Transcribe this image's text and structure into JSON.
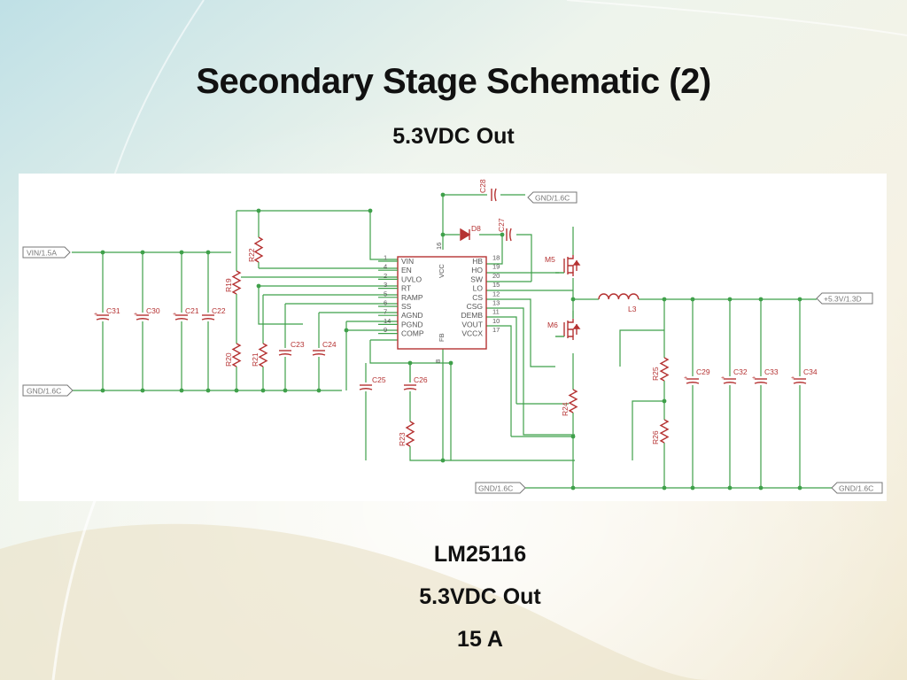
{
  "slide": {
    "title": "Secondary Stage Schematic (2)",
    "subtitle": "5.3VDC Out",
    "caption": [
      "LM25116",
      "5.3VDC Out",
      "15 A"
    ]
  },
  "colors": {
    "wire": "#3fa04a",
    "component": "#b53232",
    "ic_text": "#555555",
    "net_label": "#777777"
  },
  "schematic": {
    "net_labels": {
      "vin": "VIN/1.5A",
      "gnd_left": "GND/1.6C",
      "gnd_top": "GND/1.6C",
      "gnd_bottom": "GND/1.6C",
      "gnd_right": "GND/1.6C",
      "vout": "+5.3V/1.3D"
    },
    "ic": {
      "vcc": "VCC",
      "fb": "FB",
      "top_pin": "16",
      "bottom_pin": "8",
      "left_pins": [
        {
          "num": "1",
          "name": "VIN"
        },
        {
          "num": "4",
          "name": "EN"
        },
        {
          "num": "2",
          "name": "UVLO"
        },
        {
          "num": "3",
          "name": "RT"
        },
        {
          "num": "5",
          "name": "RAMP"
        },
        {
          "num": "6",
          "name": "SS"
        },
        {
          "num": "7",
          "name": "AGND"
        },
        {
          "num": "14",
          "name": "PGND"
        },
        {
          "num": "9",
          "name": "COMP"
        }
      ],
      "right_pins": [
        {
          "num": "18",
          "name": "HB"
        },
        {
          "num": "19",
          "name": "HO"
        },
        {
          "num": "20",
          "name": "SW"
        },
        {
          "num": "15",
          "name": "LO"
        },
        {
          "num": "12",
          "name": "CS"
        },
        {
          "num": "13",
          "name": "CSG"
        },
        {
          "num": "11",
          "name": "DEMB"
        },
        {
          "num": "10",
          "name": "VOUT"
        },
        {
          "num": "17",
          "name": "VCCX"
        }
      ]
    },
    "components": {
      "c31": "C31",
      "c30": "C30",
      "c21": "C21",
      "c22": "C22",
      "c23": "C23",
      "c24": "C24",
      "c25": "C25",
      "c26": "C26",
      "c27": "C27",
      "c28": "C28",
      "c29": "C29",
      "c32": "C32",
      "c33": "C33",
      "c34": "C34",
      "r19": "R19",
      "r20": "R20",
      "r21": "R21",
      "r22": "R22",
      "r23": "R23",
      "r24": "R24",
      "r25": "R25",
      "r26": "R26",
      "d8": "D8",
      "l3": "L3",
      "m5": "M5",
      "m6": "M6"
    }
  }
}
